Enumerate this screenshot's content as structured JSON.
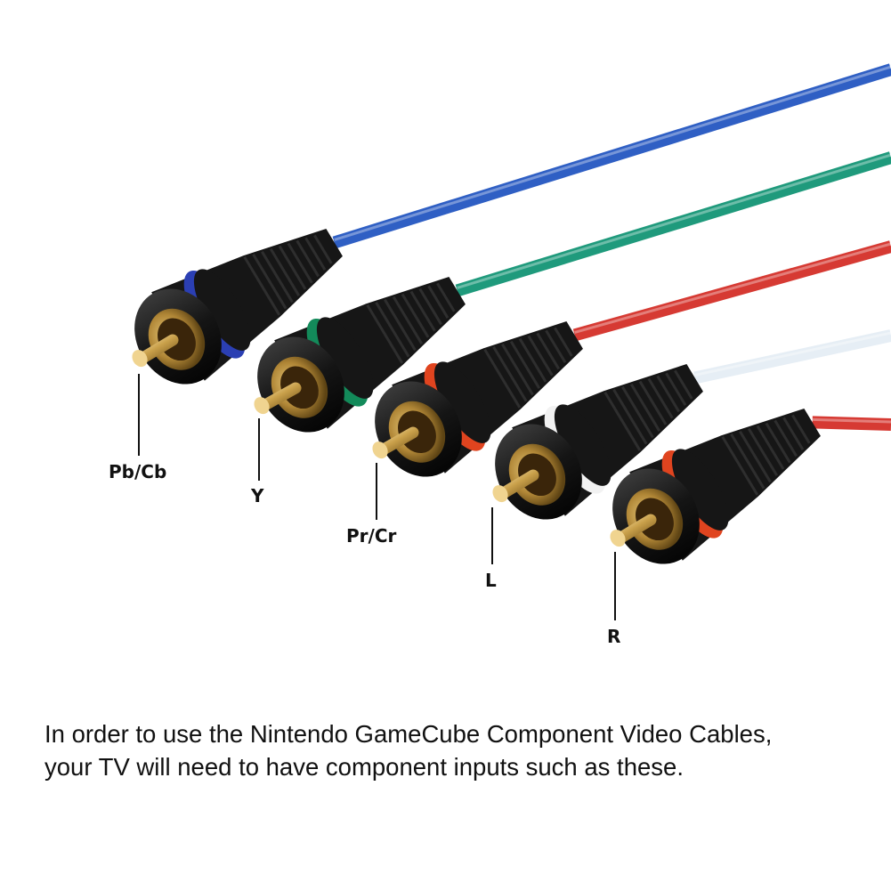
{
  "connectors": [
    {
      "label": "Pb/Cb",
      "band_color": "#2b3fb3",
      "cable_color": "#2f5fc4",
      "icon": "rca-plug-icon"
    },
    {
      "label": "Y",
      "band_color": "#138a5a",
      "cable_color": "#1f9a7c",
      "icon": "rca-plug-icon"
    },
    {
      "label": "Pr/Cr",
      "band_color": "#e0441f",
      "cable_color": "#d63a33",
      "icon": "rca-plug-icon"
    },
    {
      "label": "L",
      "band_color": "#f2f2f2",
      "cable_color": "#e6eef5",
      "icon": "rca-plug-icon"
    },
    {
      "label": "R",
      "band_color": "#e0441f",
      "cable_color": "#d63a33",
      "icon": "rca-plug-icon"
    }
  ],
  "caption": {
    "line1": "In order to use the Nintendo GameCube Component Video Cables,",
    "line2": "your TV will need to have component inputs such as these."
  },
  "colors": {
    "plug_body": "#161616",
    "gold": "#c9a04a",
    "label_text": "#111111"
  }
}
